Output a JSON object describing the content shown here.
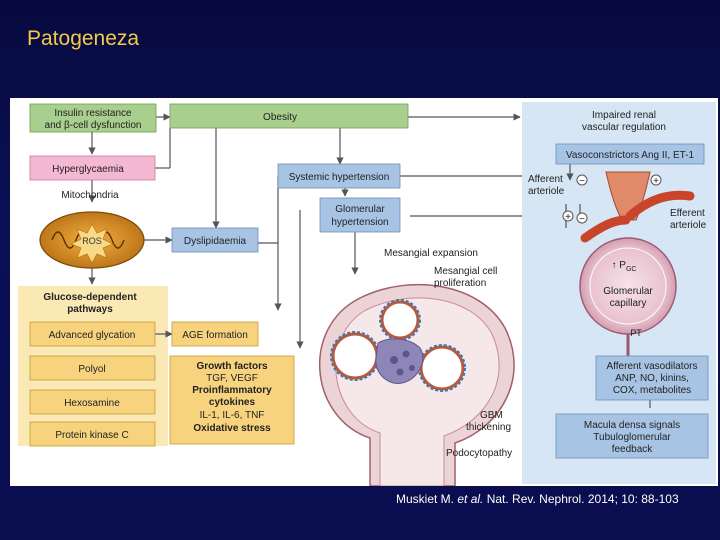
{
  "slide": {
    "title": "Patogeneza"
  },
  "citation": {
    "authors": "Muskiet M.",
    "etal": "et al.",
    "source": "Nat. Rev. Nephrol. 2014; 10: 88-103"
  },
  "figure": {
    "boxes": {
      "insulin_1": "Insulin resistance",
      "insulin_2": "and β-cell dysfunction",
      "obesity": "Obesity",
      "hyperglycaemia": "Hyperglycaemia",
      "mitochondria": "Mitochondria",
      "ros": "ROS",
      "dyslipidaemia": "Dyslipidaemia",
      "systemic_hypertension": "Systemic hypertension",
      "glomerular_1": "Glomerular",
      "glomerular_2": "hypertension",
      "glucose_pathways_1": "Glucose-dependent",
      "glucose_pathways_2": "pathways",
      "advanced_glycation": "Advanced glycation",
      "polyol": "Polyol",
      "hexosamine": "Hexosamine",
      "protein_kinase_c": "Protein kinase C",
      "age_formation": "AGE formation",
      "gf_1": "Growth factors",
      "gf_2": "TGF, VEGF",
      "gf_3": "Proinflammatory",
      "gf_4": "cytokines",
      "gf_5": "IL-1, IL-6, TNF",
      "gf_6": "Oxidative stress"
    },
    "center_labels": {
      "mesangial_expansion": "Mesangial expansion",
      "mesangial_prolif_1": "Mesangial cell",
      "mesangial_prolif_2": "proliferation",
      "gbm_1": "GBM",
      "gbm_2": "thickening",
      "podocytopathy": "Podocytopathy"
    },
    "right_panel": {
      "impaired_1": "Impaired renal",
      "impaired_2": "vascular regulation",
      "vasoconstrictors": "Vasoconstrictors Ang II, ET-1",
      "afferent_1": "Afferent",
      "afferent_2": "arteriole",
      "efferent_1": "Efferent",
      "efferent_2": "arteriole",
      "pgc": "↑ P",
      "pgc_sub": "GC",
      "glom_cap_1": "Glomerular",
      "glom_cap_2": "capillary",
      "pt": "PT",
      "afferent_vaso_1": "Afferent vasodilators",
      "afferent_vaso_2": "ANP, NO, kinins,",
      "afferent_vaso_3": "COX, metabolites",
      "macula_1": "Macula densa signals",
      "macula_2": "Tubuloglomerular",
      "macula_3": "feedback",
      "minus": "−",
      "plus": "+"
    },
    "colors": {
      "green_box": "#a8cf8e",
      "pink_box": "#f5b8d2",
      "blue_box": "#a8c4e4",
      "yellow_box": "#f8d37e",
      "yellow_panel": "#fbe9b5",
      "right_panel_bg": "#d6e6f4",
      "arrow": "#555555"
    }
  }
}
